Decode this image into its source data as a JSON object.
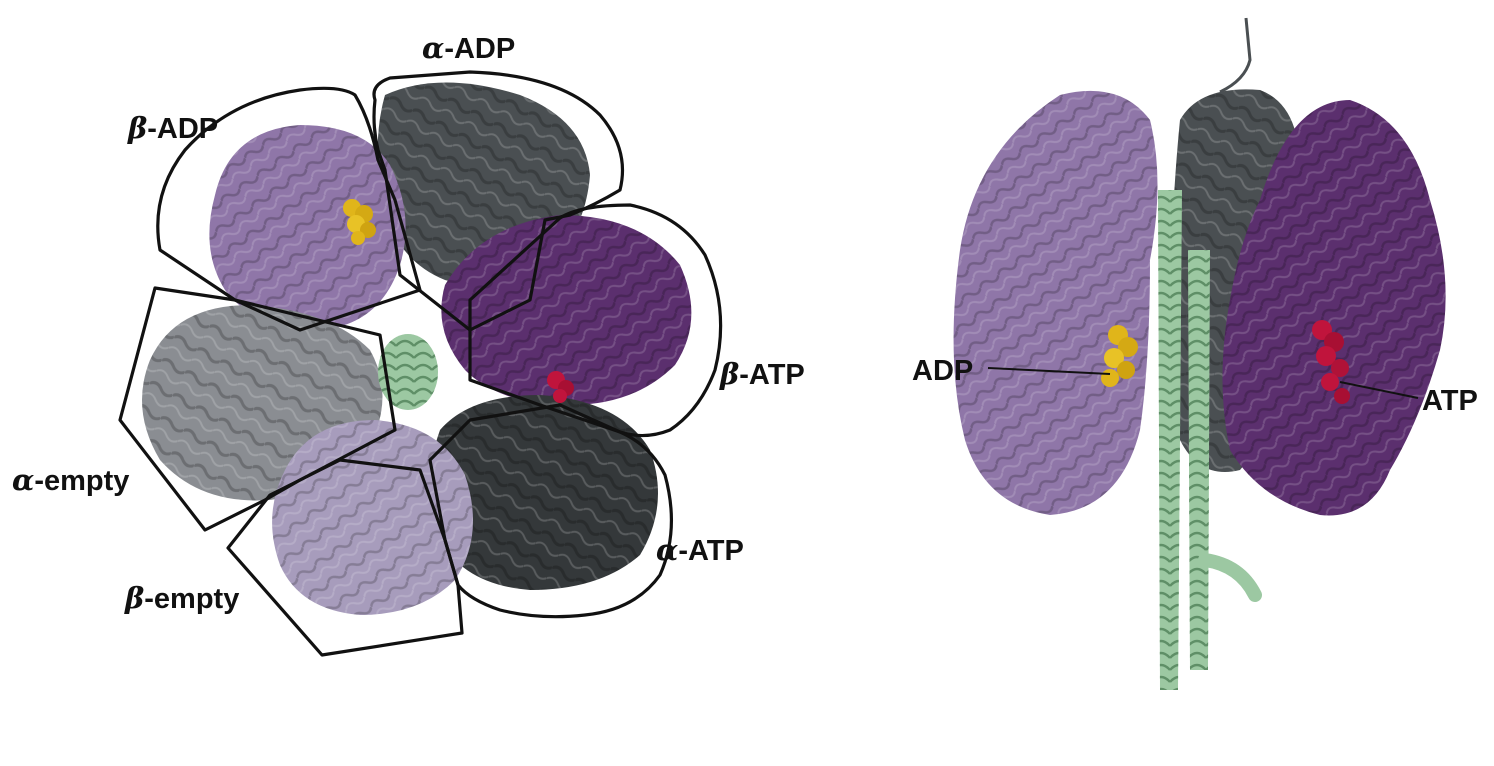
{
  "top_view": {
    "labels": {
      "alpha_adp": {
        "greek": "α",
        "text": "-ADP"
      },
      "beta_adp": {
        "greek": "β",
        "text": "-ADP"
      },
      "beta_atp": {
        "greek": "β",
        "text": "-ATP"
      },
      "alpha_empty": {
        "greek": "α",
        "text": "-empty"
      },
      "alpha_atp": {
        "greek": "α",
        "text": "-ATP"
      },
      "beta_empty": {
        "greek": "β",
        "text": "-empty"
      }
    }
  },
  "side_view": {
    "labels": {
      "adp": "ADP",
      "atp": "ATP"
    }
  },
  "colors": {
    "alpha_adp": "#4a4f52",
    "beta_adp": "#8f76a8",
    "beta_atp": "#5b2f6e",
    "alpha_empty": "#8a8d92",
    "alpha_atp": "#34383a",
    "beta_empty": "#a79cbc",
    "gamma": "#9cc8a2",
    "adp_ligand": "#e0b51a",
    "atp_ligand": "#c0143c"
  }
}
